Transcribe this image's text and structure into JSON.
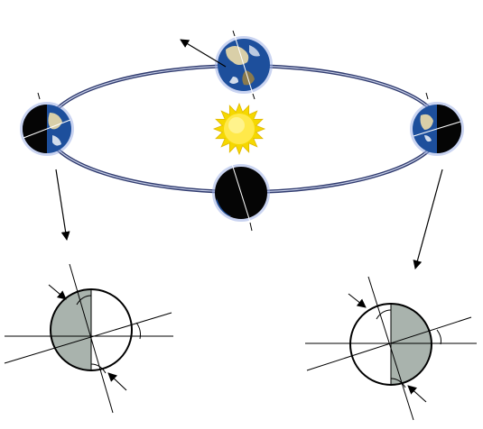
{
  "diagram": {
    "kind": "earth-orbit-seasons",
    "printed_text": [],
    "colors": {
      "background": "#ffffff",
      "orbit": "#2f3a6e",
      "orbit_highlight": "#c8d0e8",
      "sun_outer": "#f5d800",
      "sun_inner": "#ffe94a",
      "earth_ocean": "#1d4f9c",
      "earth_land": "#d9cfa8",
      "earth_night": "#050505",
      "earth_glow": "#9fb0e6",
      "shade": "#a9b3ad",
      "line": "#000000"
    },
    "earth_positions": [
      {
        "id": "left",
        "night_side": "left-half"
      },
      {
        "id": "top",
        "night_side": "none"
      },
      {
        "id": "right",
        "night_side": "right-half"
      },
      {
        "id": "bottom",
        "night_side": "full"
      }
    ],
    "detail_views": [
      {
        "id": "left-detail",
        "shaded_side": "left"
      },
      {
        "id": "right-detail",
        "shaded_side": "right"
      }
    ],
    "icons": [
      "sun-icon",
      "earth-globe-icon",
      "arrow-icon"
    ]
  }
}
